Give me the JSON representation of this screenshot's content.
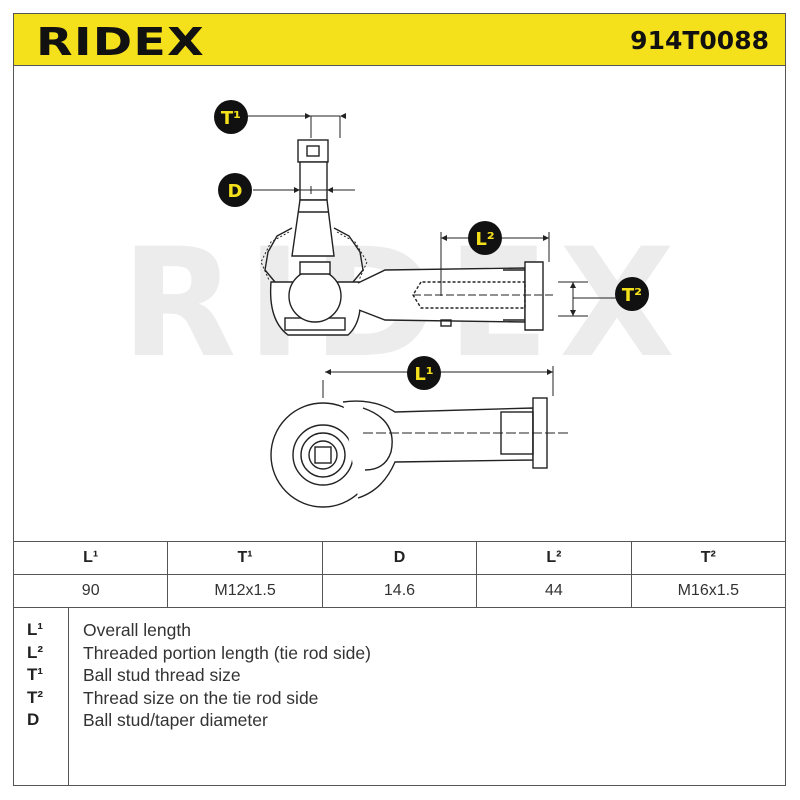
{
  "header": {
    "brand": "RIDEX",
    "part_number": "914T0088"
  },
  "watermark": "RIDEX",
  "diagram_labels": {
    "t1": "T¹",
    "d": "D",
    "l2": "L²",
    "t2": "T²",
    "l1": "L¹"
  },
  "table": {
    "headers": [
      "L¹",
      "T¹",
      "D",
      "L²",
      "T²"
    ],
    "values": [
      "90",
      "M12x1.5",
      "14.6",
      "44",
      "M16x1.5"
    ]
  },
  "legend": [
    {
      "key": "L¹",
      "text": "Overall length"
    },
    {
      "key": "L²",
      "text": "Threaded portion length (tie rod side)"
    },
    {
      "key": "T¹",
      "text": "Ball stud thread size"
    },
    {
      "key": "T²",
      "text": "Thread size on the tie rod side"
    },
    {
      "key": "D",
      "text": "Ball stud/taper diameter"
    }
  ],
  "colors": {
    "accent": "#f5e01c",
    "label_bubble": "#111111",
    "label_text": "#f5e01c"
  }
}
